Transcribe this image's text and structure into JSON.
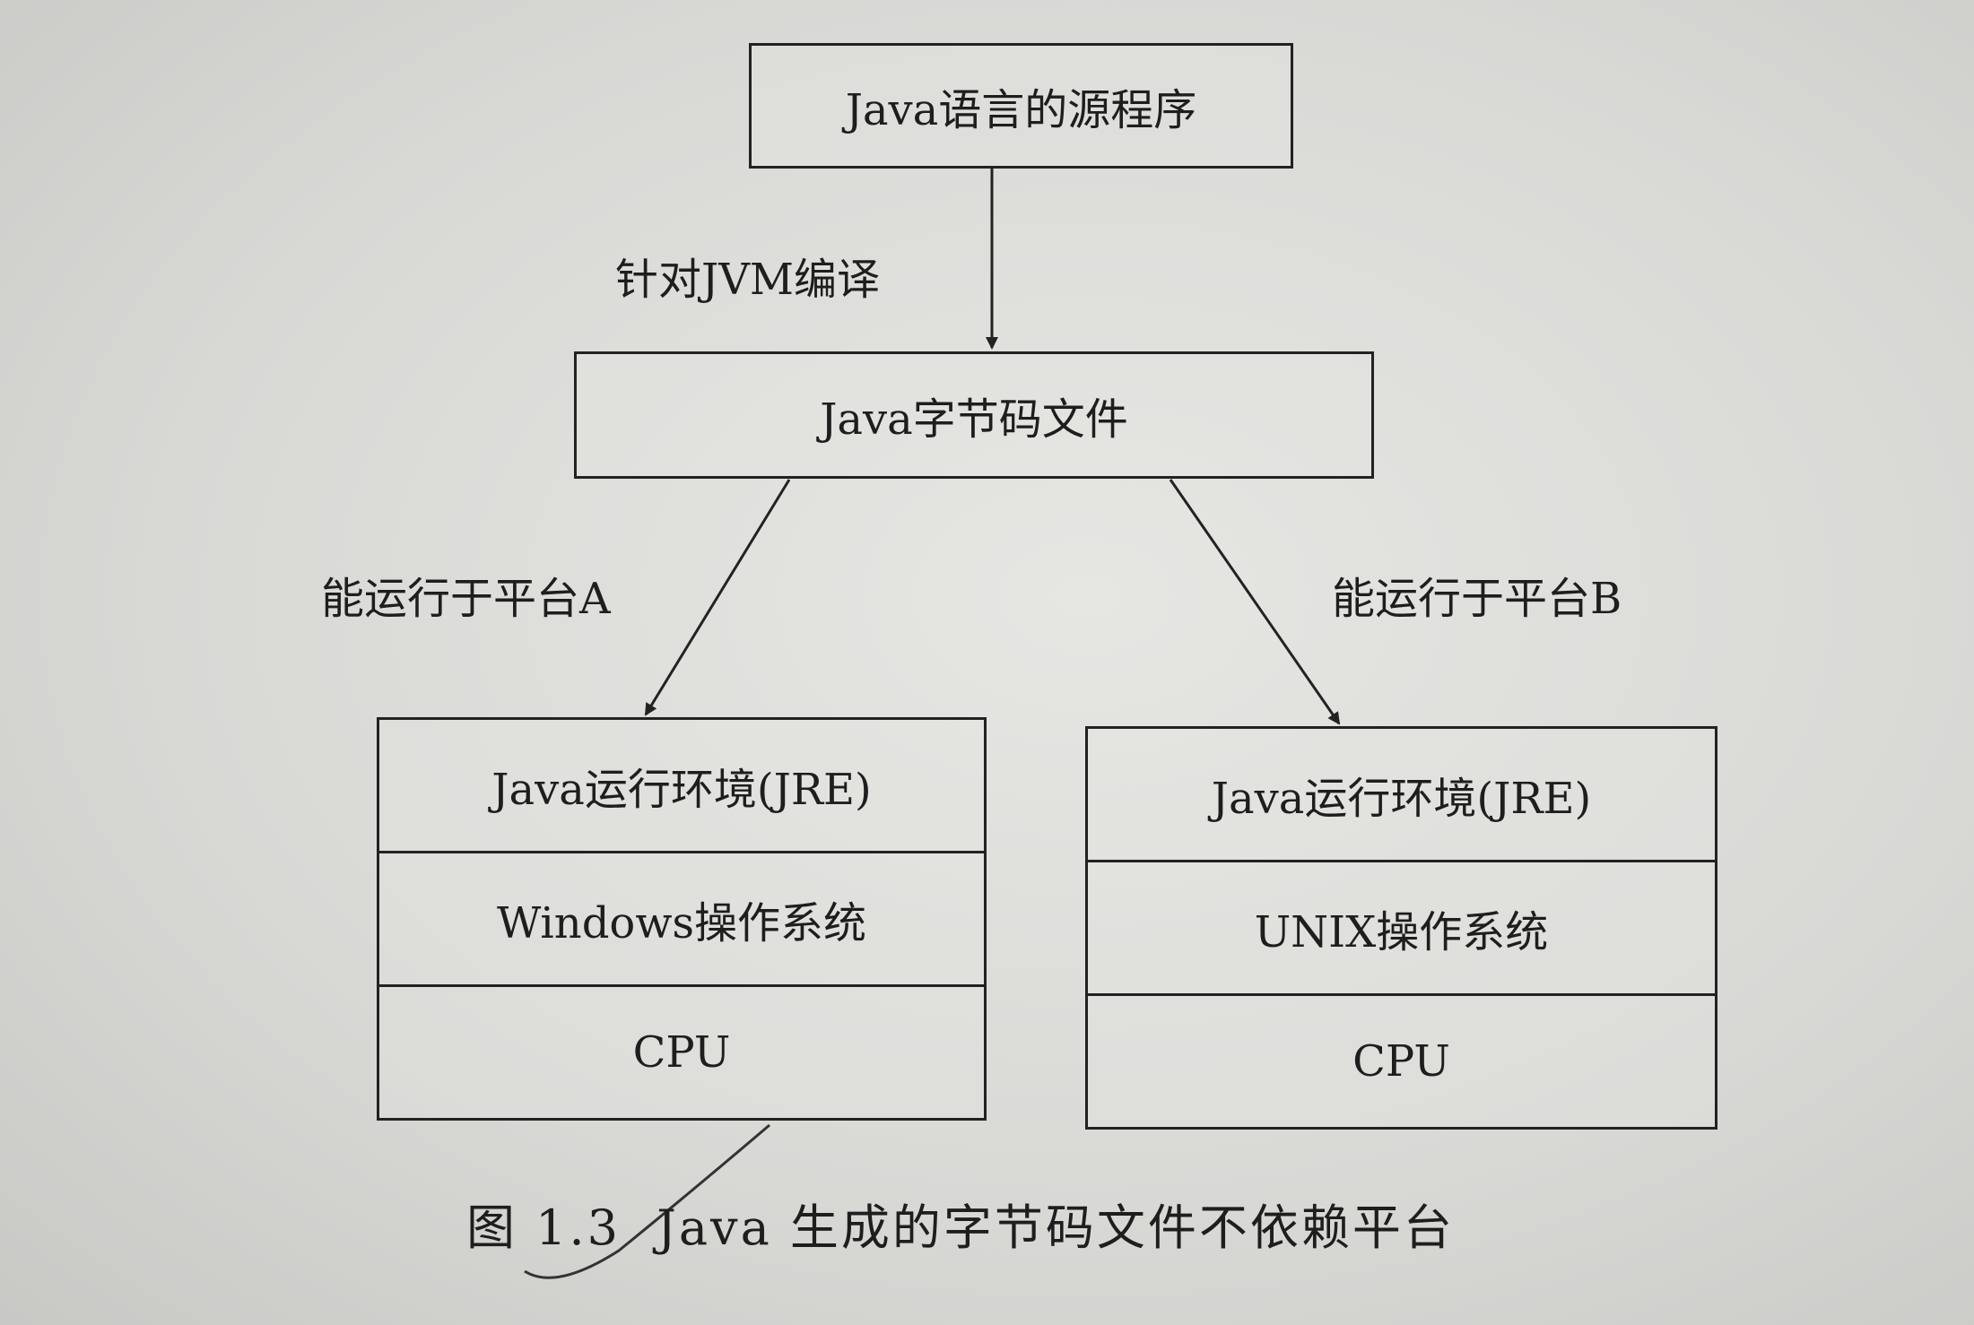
{
  "nodes": {
    "source": "Java语言的源程序",
    "bytecode": "Java字节码文件"
  },
  "edges": {
    "compile": "针对JVM编译",
    "platform_a": "能运行于平台A",
    "platform_b": "能运行于平台B"
  },
  "platform_a_stack": {
    "jre": "Java运行环境(JRE)",
    "os": "Windows操作系统",
    "cpu": "CPU"
  },
  "platform_b_stack": {
    "jre": "Java运行环境(JRE)",
    "os": "UNIX操作系统",
    "cpu": "CPU"
  },
  "caption": {
    "number": "图 1.3",
    "text": "Java 生成的字节码文件不依赖平台"
  }
}
